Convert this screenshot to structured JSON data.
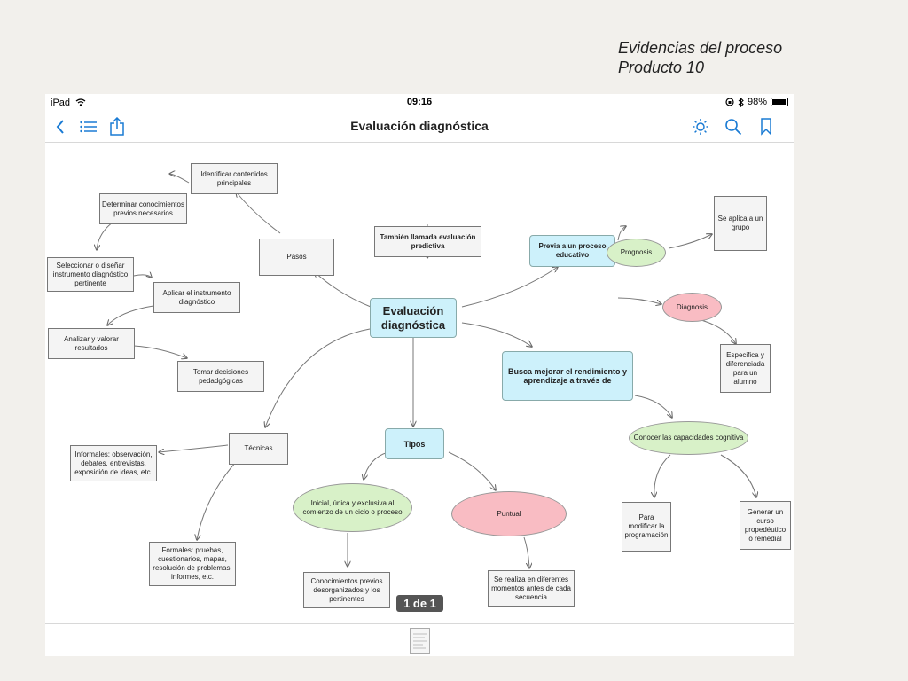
{
  "slide": {
    "line1": "Evidencias del proceso",
    "line2": "Producto 10"
  },
  "statusbar": {
    "device": "iPad",
    "time": "09:16",
    "battery": "98%"
  },
  "navbar": {
    "title": "Evaluación diagnóstica",
    "icons": [
      "back-chevron-icon",
      "list-icon",
      "share-icon",
      "brightness-icon",
      "search-icon",
      "bookmark-icon"
    ]
  },
  "map": {
    "central": "Evaluación diagnóstica",
    "pasos": "Pasos",
    "identificar": "Identificar contenidos principales",
    "determinar": "Determinar conocimientos previos necesarios",
    "seleccionar": "Seleccionar o diseñar instrumento diagnóstico pertinente",
    "aplicar": "Aplicar el instrumento diagnóstico",
    "analizar": "Analizar y valorar resultados",
    "tomar": "Tomar decisiones pedadgógicas",
    "tambien": "También llamada evaluación predictiva",
    "previa": "Previa a un proceso educativo",
    "prognosis": "Prognosis",
    "grupo": "Se aplica a un grupo",
    "diagnosis": "Diagnosis",
    "especifica": "Especifica y diferenciada para un alumno",
    "busca": "Busca mejorar el rendimiento y aprendizaje a través de",
    "conocer": "Conocer las capacidades cognitiva",
    "modificar": "Para modificar la programación",
    "generar": "Generar un curso propedéutico o remedial",
    "tecnicas": "Técnicas",
    "informales": "Informales: observación, debates, entrevistas, exposición de ideas, etc.",
    "formales": "Formales: pruebas, cuestionarios, mapas, resolución de problemas, informes, etc.",
    "tipos": "Tipos",
    "inicial": "Inicial, única y exclusiva al comienzo de un ciclo o proceso",
    "conocimientos": "Conocimientos previos desorganizados y los pertinentes",
    "puntual": "Puntual",
    "realiza": "Se realiza en diferentes momentos antes de cada secuencia"
  },
  "pager": {
    "label": "1 de 1"
  },
  "colors": {
    "accent": "#1a7bd4",
    "blue_node": "#cdf1fb",
    "green_node": "#d8f1c8",
    "pink_node": "#f9bcc3"
  }
}
